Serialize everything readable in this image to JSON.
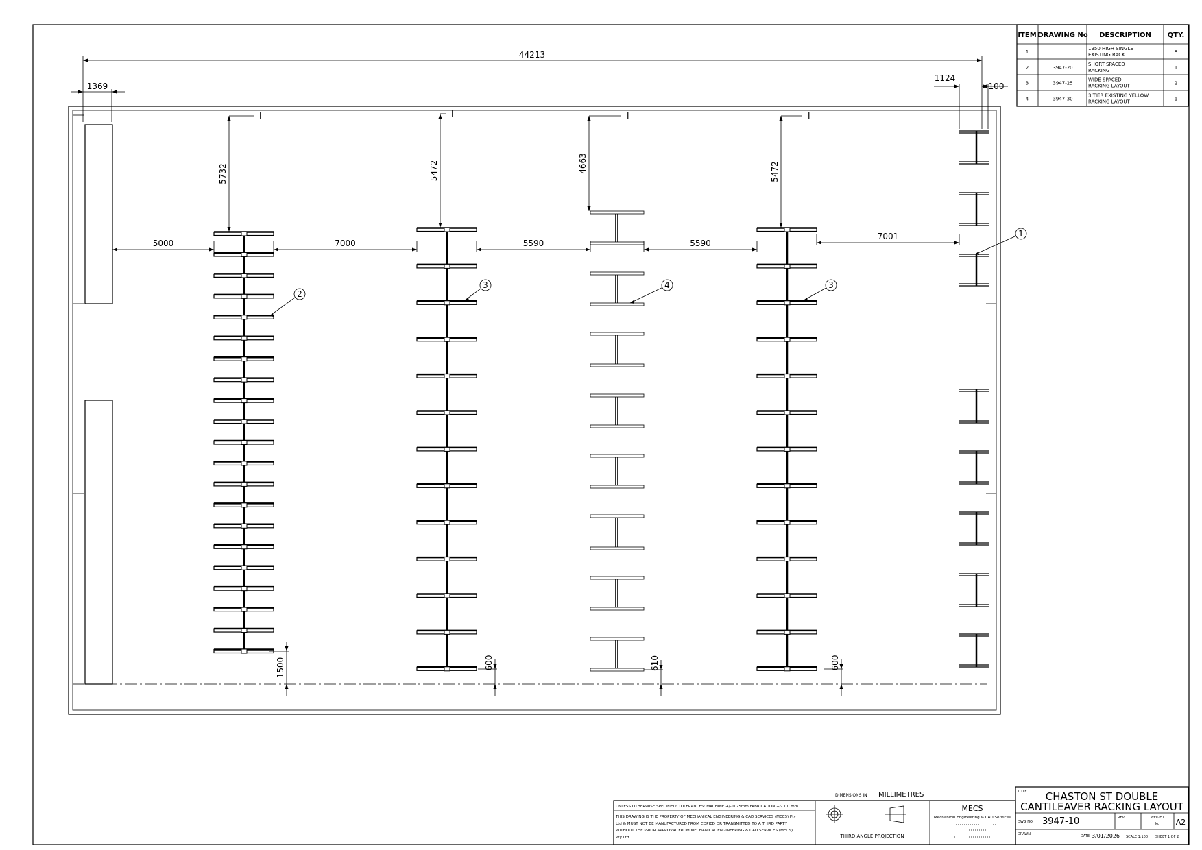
{
  "dimensions": {
    "overall": "44213",
    "left_offset": "1369",
    "right_offset": "1124",
    "right_gap": "100",
    "top_col1": "5732",
    "top_col2": "5472",
    "top_col3": "4663",
    "top_col4": "5472",
    "gap_wall_col1": "5000",
    "gap_col1_col2": "7000",
    "gap_col2_col3": "5590",
    "gap_col3_col4": "5590",
    "gap_col4_right": "7001",
    "bottom_col1": "1500",
    "bottom_col2": "600",
    "bottom_col3": "610",
    "bottom_col4": "600"
  },
  "balloons": [
    "1",
    "2",
    "3",
    "4",
    "3"
  ],
  "bom": {
    "headers": [
      "ITEM",
      "DRAWING No",
      "DESCRIPTION",
      "QTY."
    ],
    "rows": [
      {
        "item": "1",
        "drawing": "",
        "desc1": "1950 HIGH SINGLE",
        "desc2": "EXISTING RACK",
        "qty": "8"
      },
      {
        "item": "2",
        "drawing": "3947-20",
        "desc1": "SHORT SPACED",
        "desc2": "RACKING",
        "qty": "1"
      },
      {
        "item": "3",
        "drawing": "3947-25",
        "desc1": "WIDE SPACED",
        "desc2": "RACKING LAYOUT",
        "qty": "2"
      },
      {
        "item": "4",
        "drawing": "3947-30",
        "desc1": "3 TIER EXISTING YELLOW",
        "desc2": "RACKING LAYOUT",
        "qty": "1"
      }
    ]
  },
  "title_block": {
    "units_label": "DIMENSIONS IN",
    "units": "MILLIMETRES",
    "tolerances": "UNLESS OTHERWISE SPECIFIED: TOLERANCES: MACHINE +/- 0.25mm  FABRICATION +/- 1.0 mm",
    "notice1": "THIS DRAWING IS THE PROPERTY OF MECHANICAL ENGINEERING & CAD SERVICES (MECS) Pty",
    "notice2": "Ltd & MUST NOT BE MANUFACTURED FROM COPIED OR TRANSMITTED TO A THIRD PARTY",
    "notice3": "WITHOUT THE PRIOR APPROVAL FROM MECHANICAL ENGINEERING & CAD SERVICES (MECS)",
    "notice4": "Pty Ltd",
    "projection": "THIRD ANGLE PROJECTION",
    "company": "MECS",
    "company_full": "Mechanical Engineering & CAD Services",
    "title_label": "TITLE",
    "title_line1": "CHASTON ST DOUBLE",
    "title_line2": "CANTILEAVER RACKING LAYOUT",
    "dwg_label": "DWG NO",
    "dwg_no": "3947-10",
    "rev_label": "REV",
    "weight_label": "WEIGHT",
    "weight_unit": "kg",
    "size": "A2",
    "drawn_label": "DRAWN",
    "date_label": "DATE",
    "date": "3/01/2026",
    "scale": "SCALE 1:100",
    "sheet": "SHEET 1 OF 2"
  }
}
